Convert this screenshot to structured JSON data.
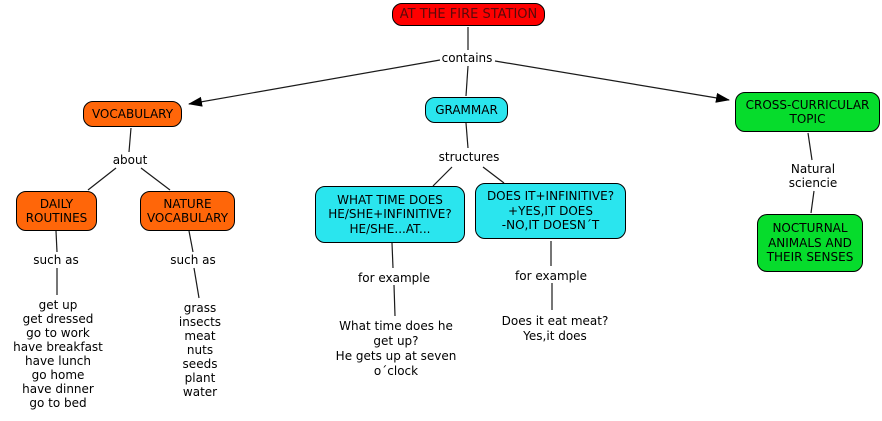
{
  "colors": {
    "node_red": "#ff0000",
    "node_orange": "#ff6609",
    "node_cyan": "#2ae5ee",
    "node_green": "#06dc2c",
    "title_text": "#5a0a0a",
    "line": "#1a1a1a"
  },
  "nodes": {
    "title": "AT THE FIRE STATION",
    "vocabulary": "VOCABULARY",
    "grammar": "GRAMMAR",
    "cross_curricular": "CROSS-CURRICULAR\nTOPIC",
    "daily_routines": "DAILY\nROUTINES",
    "nature_vocabulary": "NATURE\nVOCABULARY",
    "structure_what_time": "WHAT TIME DOES\nHE/SHE+INFINITIVE?\nHE/SHE...AT...",
    "structure_does_it": "DOES IT+INFINITIVE?\n+YES,IT DOES\n-NO,IT DOESN´T",
    "nocturnal_animals": "NOCTURNAL\nANIMALS AND\nTHEIR SENSES"
  },
  "links": {
    "contains": "contains",
    "about": "about",
    "structures": "structures",
    "such_as_daily": "such as",
    "such_as_nature": "such as",
    "for_example_1": "for example",
    "for_example_2": "for example",
    "natural_science": "Natural\nsciencie"
  },
  "examples": {
    "what_time": "What time does he\nget up?\nHe gets up at seven\no´clock",
    "does_it": "Does it eat meat?\nYes,it does"
  },
  "lists": {
    "daily_routines": [
      "get up",
      "get dressed",
      "go to work",
      "have breakfast",
      "have lunch",
      "go home",
      "have dinner",
      "go to bed"
    ],
    "nature_vocabulary": [
      "grass",
      "insects",
      "meat",
      "nuts",
      "seeds",
      "plant",
      "water"
    ]
  }
}
